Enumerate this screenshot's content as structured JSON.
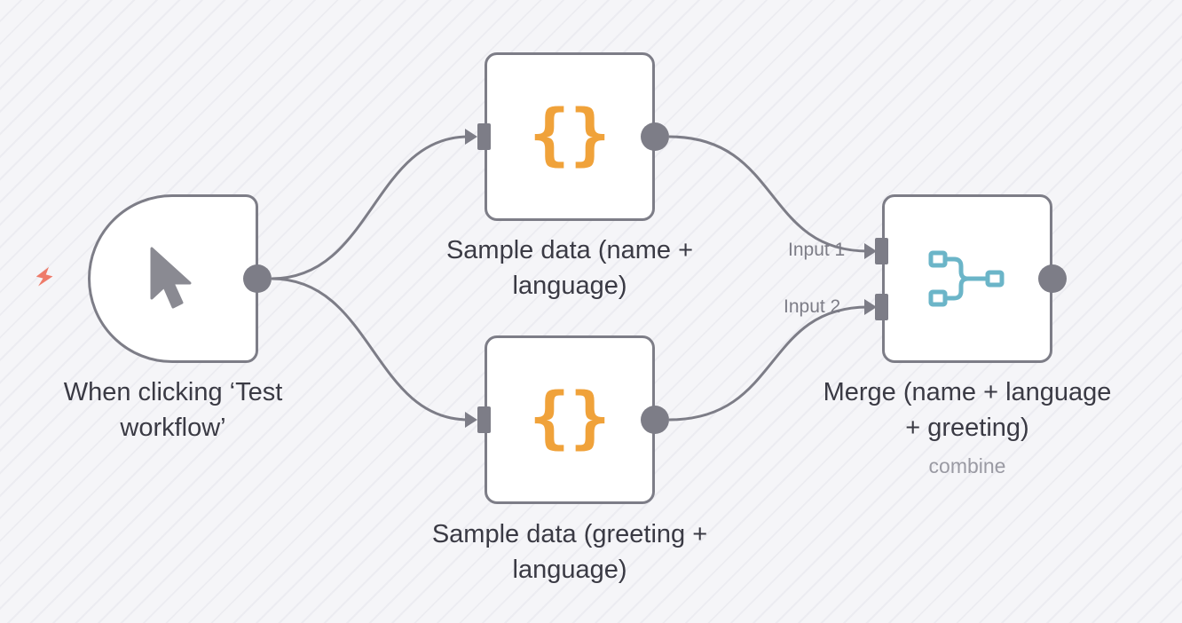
{
  "nodes": {
    "trigger": {
      "label_line1": "When clicking ‘Test",
      "label_line2": "workflow’",
      "icon": "cursor-arrow-icon"
    },
    "set_name_language": {
      "label_line1": "Sample data (name +",
      "label_line2": "language)",
      "icon": "curly-braces-icon"
    },
    "set_greeting_language": {
      "label_line1": "Sample data (greeting +",
      "label_line2": "language)",
      "icon": "curly-braces-icon"
    },
    "merge": {
      "label_line1": "Merge (name + language",
      "label_line2": "+ greeting)",
      "subtitle": "combine",
      "icon": "merge-icon",
      "inputs": [
        "Input 1",
        "Input 2"
      ]
    }
  },
  "colors": {
    "node_border": "#7d7d87",
    "connection": "#7d7d87",
    "braces_orange": "#f0a23a",
    "merge_teal": "#6bb5c8",
    "trigger_bolt": "#ee7b6a",
    "label_text": "#3a3a44",
    "subtitle_text": "#9a9aa3"
  },
  "trigger_indicator_icon": "lightning-bolt-icon"
}
